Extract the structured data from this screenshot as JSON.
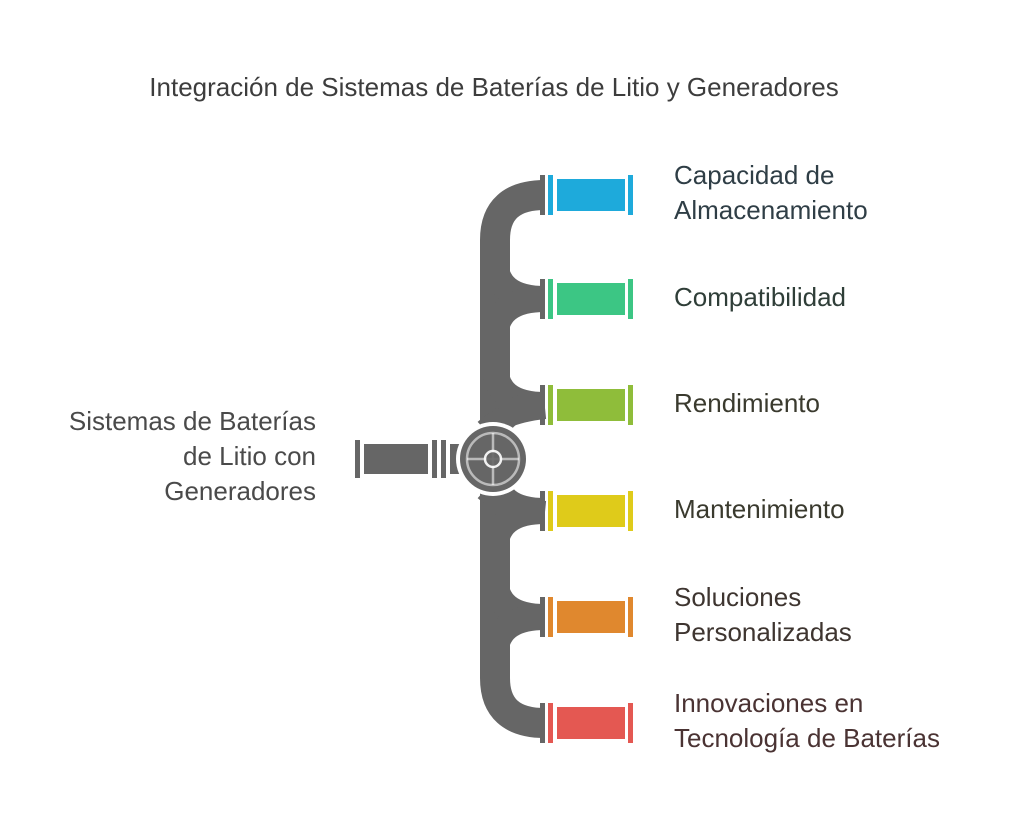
{
  "title": "Integración de Sistemas de Baterías de Litio y Generadores",
  "source": {
    "lines": [
      "Sistemas de Baterías",
      "de Litio con",
      "Generadores"
    ]
  },
  "branches": [
    {
      "lines": [
        "Capacidad de",
        "Almacenamiento"
      ],
      "color": "#1eaadb",
      "text_color": "#2f3e46"
    },
    {
      "lines": [
        "Compatibilidad"
      ],
      "color": "#3cc684",
      "text_color": "#2f3e38"
    },
    {
      "lines": [
        "Rendimiento"
      ],
      "color": "#8fbd3a",
      "text_color": "#3a3a2e"
    },
    {
      "lines": [
        "Mantenimiento"
      ],
      "color": "#dfcb1a",
      "text_color": "#3a3a2e"
    },
    {
      "lines": [
        "Soluciones",
        "Personalizadas"
      ],
      "color": "#e0882e",
      "text_color": "#3e3530"
    },
    {
      "lines": [
        "Innovaciones en",
        "Tecnología de Baterías"
      ],
      "color": "#e45852",
      "text_color": "#4a3333"
    }
  ],
  "pipe_color": "#666666",
  "icons": {
    "valve": "valve-wheel-icon"
  }
}
